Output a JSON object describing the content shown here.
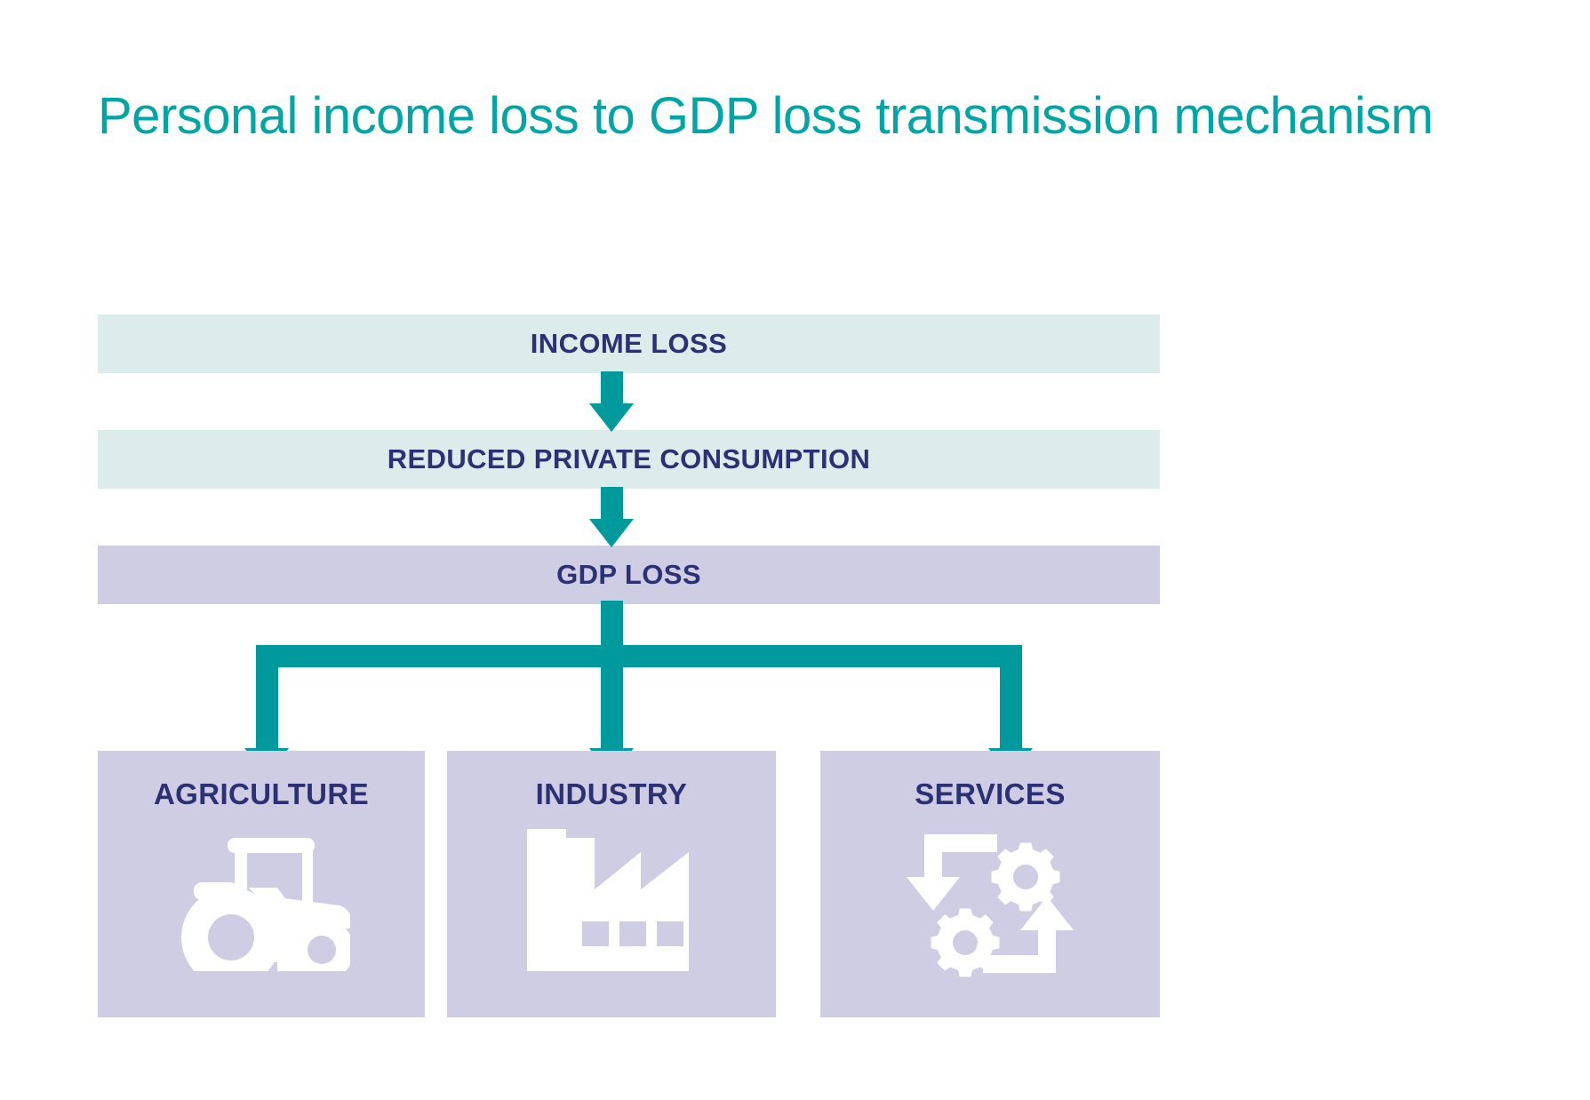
{
  "page": {
    "title": "Personal income loss to GDP loss transmission mechanism",
    "background_color": "#ffffff"
  },
  "colors": {
    "title_teal": "#00a5a5",
    "arrow_teal": "#009a9d",
    "bar_light_teal": "#dcecea",
    "bar_light_purple": "#cfcde4",
    "label_navy": "#2b3172",
    "icon_white": "#ffffff"
  },
  "flow": {
    "stages": [
      {
        "id": "income-loss",
        "label": "INCOME LOSS",
        "band_color": "#dcecea"
      },
      {
        "id": "reduced-consumption",
        "label": "REDUCED PRIVATE CONSUMPTION",
        "band_color": "#dcecea"
      },
      {
        "id": "gdp-loss",
        "label": "GDP LOSS",
        "band_color": "#cfcde4"
      }
    ],
    "connectors": [
      {
        "id": "income-to-consumption",
        "direction": "down",
        "color": "#009a9d"
      },
      {
        "id": "consumption-to-gdp",
        "direction": "down",
        "color": "#009a9d"
      },
      {
        "id": "gdp-to-sectors",
        "direction": "down-split-three",
        "color": "#009a9d"
      }
    ],
    "sectors": [
      {
        "id": "agriculture",
        "label": "AGRICULTURE",
        "icon": "tractor-icon",
        "box_color": "#cfcde4"
      },
      {
        "id": "industry",
        "label": "INDUSTRY",
        "icon": "factory-icon",
        "box_color": "#cfcde4"
      },
      {
        "id": "services",
        "label": "SERVICES",
        "icon": "gears-cycle-icon",
        "box_color": "#cfcde4"
      }
    ]
  },
  "chart_data": {
    "type": "diagram",
    "title": "Personal income loss to GDP loss transmission mechanism",
    "nodes": [
      {
        "level": 1,
        "name": "INCOME LOSS"
      },
      {
        "level": 2,
        "name": "REDUCED PRIVATE CONSUMPTION"
      },
      {
        "level": 3,
        "name": "GDP LOSS"
      },
      {
        "level": 4,
        "name": "AGRICULTURE"
      },
      {
        "level": 4,
        "name": "INDUSTRY"
      },
      {
        "level": 4,
        "name": "SERVICES"
      }
    ],
    "edges": [
      {
        "from": "INCOME LOSS",
        "to": "REDUCED PRIVATE CONSUMPTION"
      },
      {
        "from": "REDUCED PRIVATE CONSUMPTION",
        "to": "GDP LOSS"
      },
      {
        "from": "GDP LOSS",
        "to": "AGRICULTURE"
      },
      {
        "from": "GDP LOSS",
        "to": "INDUSTRY"
      },
      {
        "from": "GDP LOSS",
        "to": "SERVICES"
      }
    ]
  }
}
